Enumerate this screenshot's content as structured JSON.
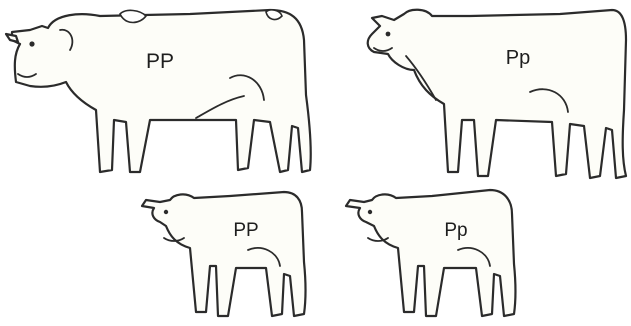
{
  "figure": {
    "cows": [
      {
        "id": "adult-left",
        "genotype": "PP"
      },
      {
        "id": "adult-right",
        "genotype": "Pp"
      },
      {
        "id": "calf-left",
        "genotype": "PP"
      },
      {
        "id": "calf-right",
        "genotype": "Pp"
      }
    ]
  }
}
